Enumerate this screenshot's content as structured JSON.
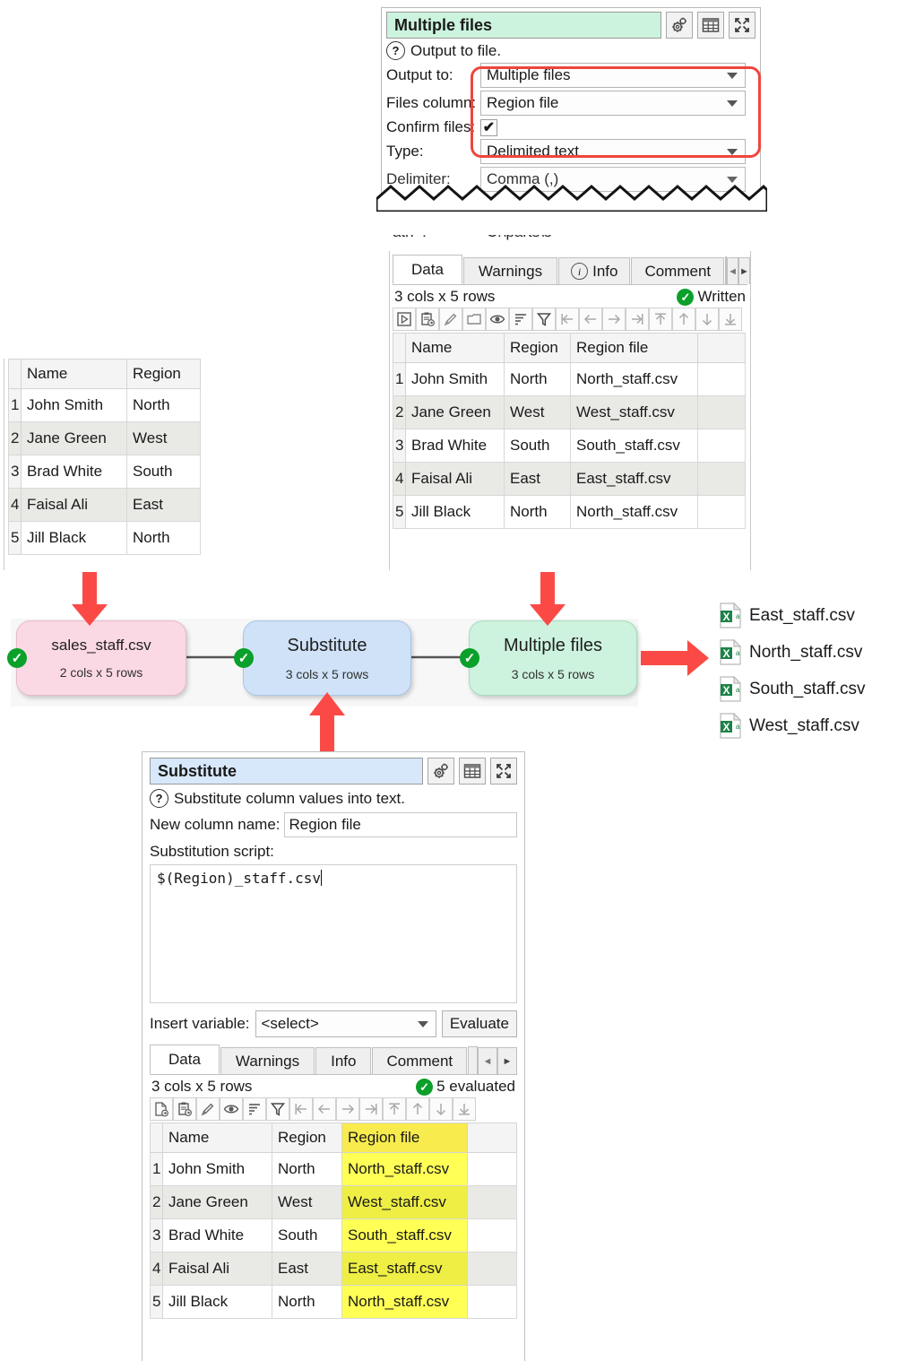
{
  "output_dialog": {
    "title": "Multiple files",
    "help_text": "Output to file.",
    "icons": [
      "gears-icon",
      "table-icon",
      "expand-icon"
    ],
    "fields": [
      {
        "label": "Output to:",
        "value": "Multiple files",
        "type": "combo"
      },
      {
        "label": "Files column:",
        "value": "Region file",
        "type": "combo"
      },
      {
        "label": "Confirm files:",
        "value": "✔",
        "type": "checkbox"
      },
      {
        "label": "Type:",
        "value": "Delimited text",
        "type": "combo"
      },
      {
        "label": "Delimiter:",
        "value": "Comma (,)",
        "type": "combo"
      }
    ],
    "highlight_color": "#f0453c"
  },
  "output_panel": {
    "tabs": [
      {
        "label": "Data",
        "selected": true,
        "icon": null
      },
      {
        "label": "Warnings",
        "selected": false,
        "icon": null
      },
      {
        "label": "Info",
        "selected": false,
        "icon": "info-icon"
      },
      {
        "label": "Comment",
        "selected": false,
        "icon": null
      }
    ],
    "nav_left": "◄",
    "nav_right": "►",
    "status_left": "3 cols x 5 rows",
    "status_right": "Written",
    "toolbar_icons": [
      "run-icon",
      "paste-icon",
      "edit-icon",
      "folder-icon",
      "eye-icon",
      "sort-icon",
      "filter-icon",
      "first-col-icon",
      "prev-col-icon",
      "next-col-icon",
      "last-col-icon",
      "first-row-icon",
      "prev-row-icon",
      "next-row-icon",
      "last-row-icon"
    ],
    "columns": [
      "Name",
      "Region",
      "Region file"
    ],
    "rows": [
      {
        "n": "1",
        "name": "John Smith",
        "region": "North",
        "file": "North_staff.csv"
      },
      {
        "n": "2",
        "name": "Jane Green",
        "region": "West",
        "file": "West_staff.csv"
      },
      {
        "n": "3",
        "name": "Brad White",
        "region": "South",
        "file": "South_staff.csv"
      },
      {
        "n": "4",
        "name": "Faisal Ali",
        "region": "East",
        "file": "East_staff.csv"
      },
      {
        "n": "5",
        "name": "Jill Black",
        "region": "North",
        "file": "North_staff.csv"
      }
    ]
  },
  "input_table": {
    "columns": [
      "Name",
      "Region"
    ],
    "rows": [
      {
        "n": "1",
        "name": "John Smith",
        "region": "North"
      },
      {
        "n": "2",
        "name": "Jane Green",
        "region": "West"
      },
      {
        "n": "3",
        "name": "Brad White",
        "region": "South"
      },
      {
        "n": "4",
        "name": "Faisal Ali",
        "region": "East"
      },
      {
        "n": "5",
        "name": "Jill Black",
        "region": "North"
      }
    ]
  },
  "flow": {
    "nodes": [
      {
        "title": "sales_staff.csv",
        "sub": "2 cols x 5 rows",
        "color": "#fbd9e4",
        "status": "ok"
      },
      {
        "title": "Substitute",
        "sub": "3 cols x 5 rows",
        "color": "#cfe2f7",
        "status": "ok"
      },
      {
        "title": "Multiple files",
        "sub": "3 cols x 5 rows",
        "color": "#cdf2dd",
        "status": "ok"
      }
    ]
  },
  "output_files": [
    {
      "name": "East_staff.csv",
      "icon": "excel-csv-icon"
    },
    {
      "name": "North_staff.csv",
      "icon": "excel-csv-icon"
    },
    {
      "name": "South_staff.csv",
      "icon": "excel-csv-icon"
    },
    {
      "name": "West_staff.csv",
      "icon": "excel-csv-icon"
    }
  ],
  "substitute_dialog": {
    "title": "Substitute",
    "help_text": "Substitute column values into text.",
    "icons": [
      "gears-icon",
      "table-icon",
      "expand-icon"
    ],
    "new_column_label": "New column name:",
    "new_column_value": "Region file",
    "script_label": "Substitution script:",
    "script_value": "$(Region)_staff.csv",
    "insert_variable_label": "Insert variable:",
    "insert_variable_value": "<select>",
    "evaluate_label": "Evaluate",
    "tabs": [
      {
        "label": "Data",
        "selected": true
      },
      {
        "label": "Warnings",
        "selected": false
      },
      {
        "label": "Info",
        "selected": false
      },
      {
        "label": "Comment",
        "selected": false
      }
    ],
    "nav_left": "◄",
    "nav_right": "►",
    "status_left": "3 cols x 5 rows",
    "status_right": "5 evaluated",
    "toolbar_icons": [
      "new-icon",
      "paste-icon",
      "edit-icon",
      "eye-icon",
      "sort-icon",
      "filter-icon",
      "first-col-icon",
      "prev-col-icon",
      "next-col-icon",
      "last-col-icon",
      "first-row-icon",
      "prev-row-icon",
      "next-row-icon",
      "last-row-icon"
    ],
    "columns": [
      "Name",
      "Region",
      "Region file"
    ],
    "highlight_column": "Region file",
    "highlight_color": "#ffff55",
    "rows": [
      {
        "n": "1",
        "name": "John Smith",
        "region": "North",
        "file": "North_staff.csv"
      },
      {
        "n": "2",
        "name": "Jane Green",
        "region": "West",
        "file": "West_staff.csv"
      },
      {
        "n": "3",
        "name": "Brad White",
        "region": "South",
        "file": "South_staff.csv"
      },
      {
        "n": "4",
        "name": "Faisal Ali",
        "region": "East",
        "file": "East_staff.csv"
      },
      {
        "n": "5",
        "name": "Jill Black",
        "region": "North",
        "file": "North_staff.csv"
      }
    ]
  }
}
